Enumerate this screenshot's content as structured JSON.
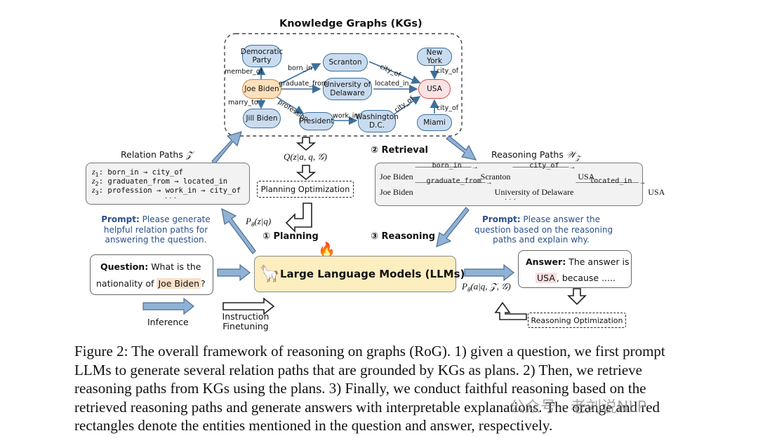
{
  "kg": {
    "title": "Knowledge Graphs (KGs)",
    "nodes": {
      "democratic_party": "Democratic Party",
      "joe_biden": "Joe Biden",
      "jill_biden": "Jill Biden",
      "scranton": "Scranton",
      "univ_delaware": "University of Delaware",
      "president": "President",
      "washington": "Washington D.C.",
      "new_york": "New York",
      "usa": "USA",
      "miami": "Miami"
    },
    "relations": {
      "member_of": "member_of",
      "born_in": "born_in",
      "graduate_from": "graduate_from",
      "marry_to": "marry_to",
      "profession": "profession",
      "city_of_1": "city_of",
      "located_in": "located_in",
      "work_in": "work_in",
      "city_of_2": "city_of",
      "city_of_ny": "city_of",
      "city_of_miami": "city_of"
    }
  },
  "relation_paths": {
    "title": "Relation Paths",
    "symbol": "𝒵",
    "z1_label": "z",
    "z1_sub": "1",
    "z1_path": ": born_in → city_of",
    "z2_label": "z",
    "z2_sub": "2",
    "z2_path": ": graduaten_from → located_in",
    "z3_label": "z",
    "z3_sub": "3",
    "z3_path": ": profession → work_in → city_of",
    "ellipsis": ". . ."
  },
  "retrieval": {
    "label": "② Retrieval"
  },
  "reasoning_paths": {
    "title": "Reasoning Paths",
    "symbol": "𝒲",
    "symbol_sub": "𝒵",
    "row1": {
      "start": "Joe Biden",
      "rel1": "born_in",
      "mid": "Scranton",
      "rel2": "city_of",
      "end": "USA"
    },
    "row2": {
      "start": "Joe Biden",
      "rel1": "graduate_from",
      "mid": "University of Delaware",
      "rel2": "located_in",
      "end": "USA"
    },
    "ellipsis": ". . ."
  },
  "planning": {
    "q_formula": "Q(z|a, q, 𝒢)",
    "optimization": "Planning Optimization",
    "p_formula": "P",
    "p_sub": "θ",
    "p_rest": "(z|q)",
    "label": "① Planning"
  },
  "prompt_left": {
    "label": "Prompt:",
    "text1": "Please generate",
    "text2": "helpful relation paths for",
    "text3": "answering the question."
  },
  "prompt_right": {
    "label": "Prompt:",
    "text1": "Please answer the",
    "text2": "question based on the reasoning",
    "text3": "paths and explain why."
  },
  "reasoning_label": "③ Reasoning",
  "question": {
    "label": "Question:",
    "text1": "What is the",
    "text2": "nationality of",
    "entity": "Joe Biden",
    "end": "?"
  },
  "llm": {
    "label": "Large Language Models (LLMs)",
    "fire_icon": "🔥",
    "llama_icon": "🦙"
  },
  "answer": {
    "label": "Answer:",
    "text1": "The answer is",
    "entity": "USA",
    "text2": ", because ....."
  },
  "answer_formula": {
    "p": "P",
    "sub": "θ",
    "rest": "(a|q, 𝒵, 𝒢)"
  },
  "reasoning_optimization": "Reasoning Optimization",
  "legend": {
    "inference": "Inference",
    "instruction1": "Instruction",
    "instruction2": "Finetuning"
  },
  "caption": {
    "line1": "Figure 2: The overall framework of reasoning on graphs (RoG). 1) given a question, we first prompt",
    "line2": "LLMs to generate several relation paths that are grounded by KGs as plans. 2) Then, we retrieve",
    "line3": "reasoning paths from KGs using the plans. 3) Finally, we conduct faithful reasoning based on the",
    "line4": "retrieved reasoning paths and generate answers with interpretable explanations. The orange and red",
    "line5": "rectangles denote the entities mentioned in the question and answer, respectively."
  },
  "watermark": "公众号 · 老刘说NLP",
  "colors": {
    "node_fill": "#c9dcef",
    "node_border": "#3d6f9a",
    "orange_entity": "#fde0bd",
    "red_entity": "#fbe3e3",
    "llm_fill": "#fdeec0",
    "prompt_blue": "#2b4f8a",
    "big_arrow": "#8fb2d6"
  }
}
